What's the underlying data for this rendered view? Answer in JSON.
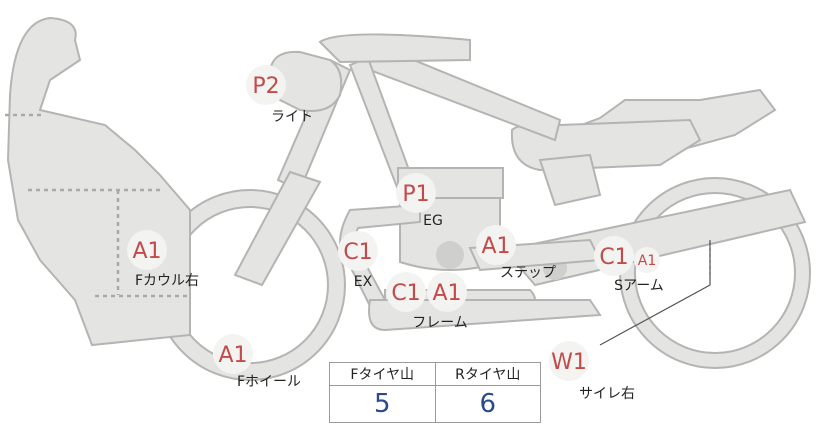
{
  "parts": [
    {
      "id": "light",
      "code": "P2",
      "label": "ライト"
    },
    {
      "id": "engine",
      "code": "P1",
      "label": "EG"
    },
    {
      "id": "front-cowl-r",
      "code": "A1",
      "label": "Fカウル右"
    },
    {
      "id": "exhaust",
      "code": "C1",
      "label": "EX"
    },
    {
      "id": "step",
      "code": "A1",
      "label": "ステップ"
    },
    {
      "id": "swingarm",
      "code": "C1",
      "code2": "A1",
      "label": "Sアーム"
    },
    {
      "id": "frame",
      "code": "C1",
      "code2": "A1",
      "label": "フレーム"
    },
    {
      "id": "front-wheel",
      "code": "A1",
      "label": "Fホイール"
    },
    {
      "id": "silencer-r",
      "code": "W1",
      "label": "サイレ右"
    }
  ],
  "tread_table": {
    "headers": [
      "Fタイヤ山",
      "Rタイヤ山"
    ],
    "values": [
      "5",
      "6"
    ]
  },
  "colors": {
    "part_fill": "#e4e4e3",
    "part_stroke": "#b4b4b2",
    "code_red": "#c44a4a",
    "value_blue": "#2b4a8c"
  }
}
